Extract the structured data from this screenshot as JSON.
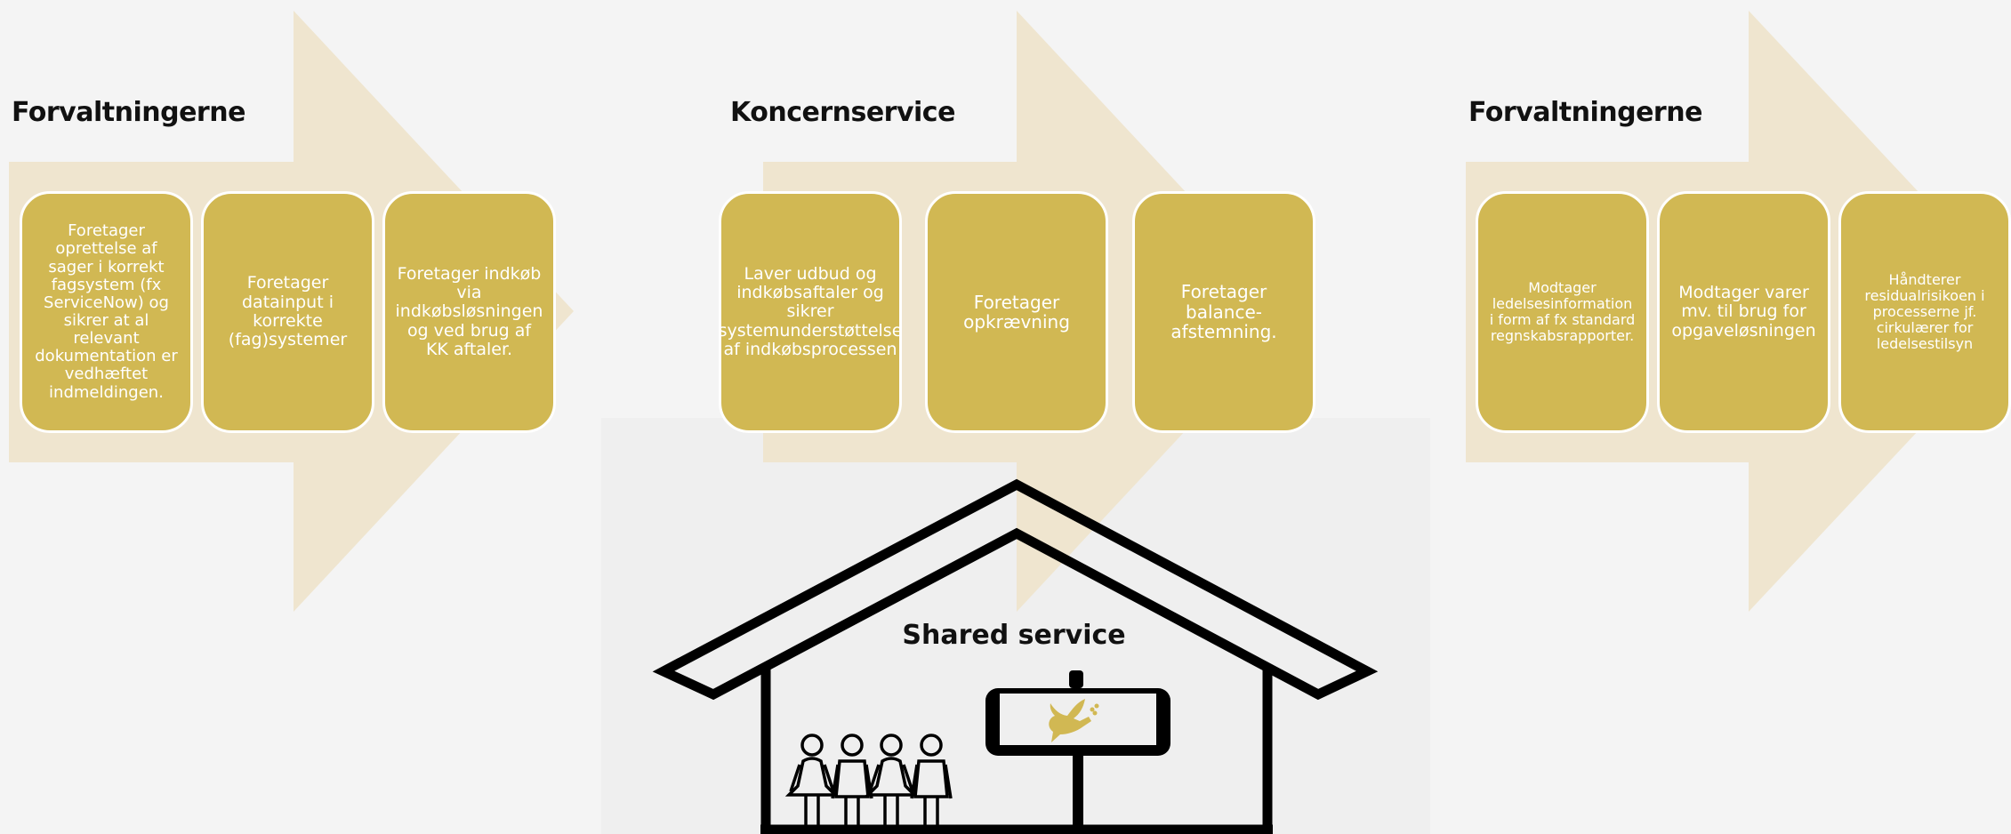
{
  "sections": [
    {
      "title": "Forvaltningerne",
      "boxes": [
        "Foretager oprettelse af sager i korrekt fagsystem (fx ServiceNow) og sikrer at al relevant dokumentation er vedhæftet indmeldingen.",
        "Foretager datainput i korrekte (fag)systemer",
        "Foretager indkøb via indkøbsløsningen og ved brug af KK aftaler."
      ]
    },
    {
      "title": "Koncernservice",
      "boxes": [
        "Laver udbud og indkøbsaftaler og sikrer systemunderstøttelse af indkøbsprocessen",
        "Foretager opkrævning",
        "Foretager balance-afstemning."
      ]
    },
    {
      "title": "Forvaltningerne",
      "boxes": [
        "Modtager ledelsesinformation i form af fx standard regnskabsrapporter.",
        "Modtager varer mv. til brug for opgaveløsningen",
        "Håndterer residualrisikoen i processerne jf. cirkulærer for ledelsestilsyn"
      ]
    }
  ],
  "shared_service": {
    "title": "Shared service",
    "people_icon": "people-group-icon",
    "sign_icon": "dove-icon"
  },
  "colors": {
    "arrow": "#efe5cf",
    "box": "#d1b853",
    "box_border": "#ffffff",
    "house": "#000000",
    "house_panel": "#efefef",
    "background": "#f4f4f4"
  }
}
